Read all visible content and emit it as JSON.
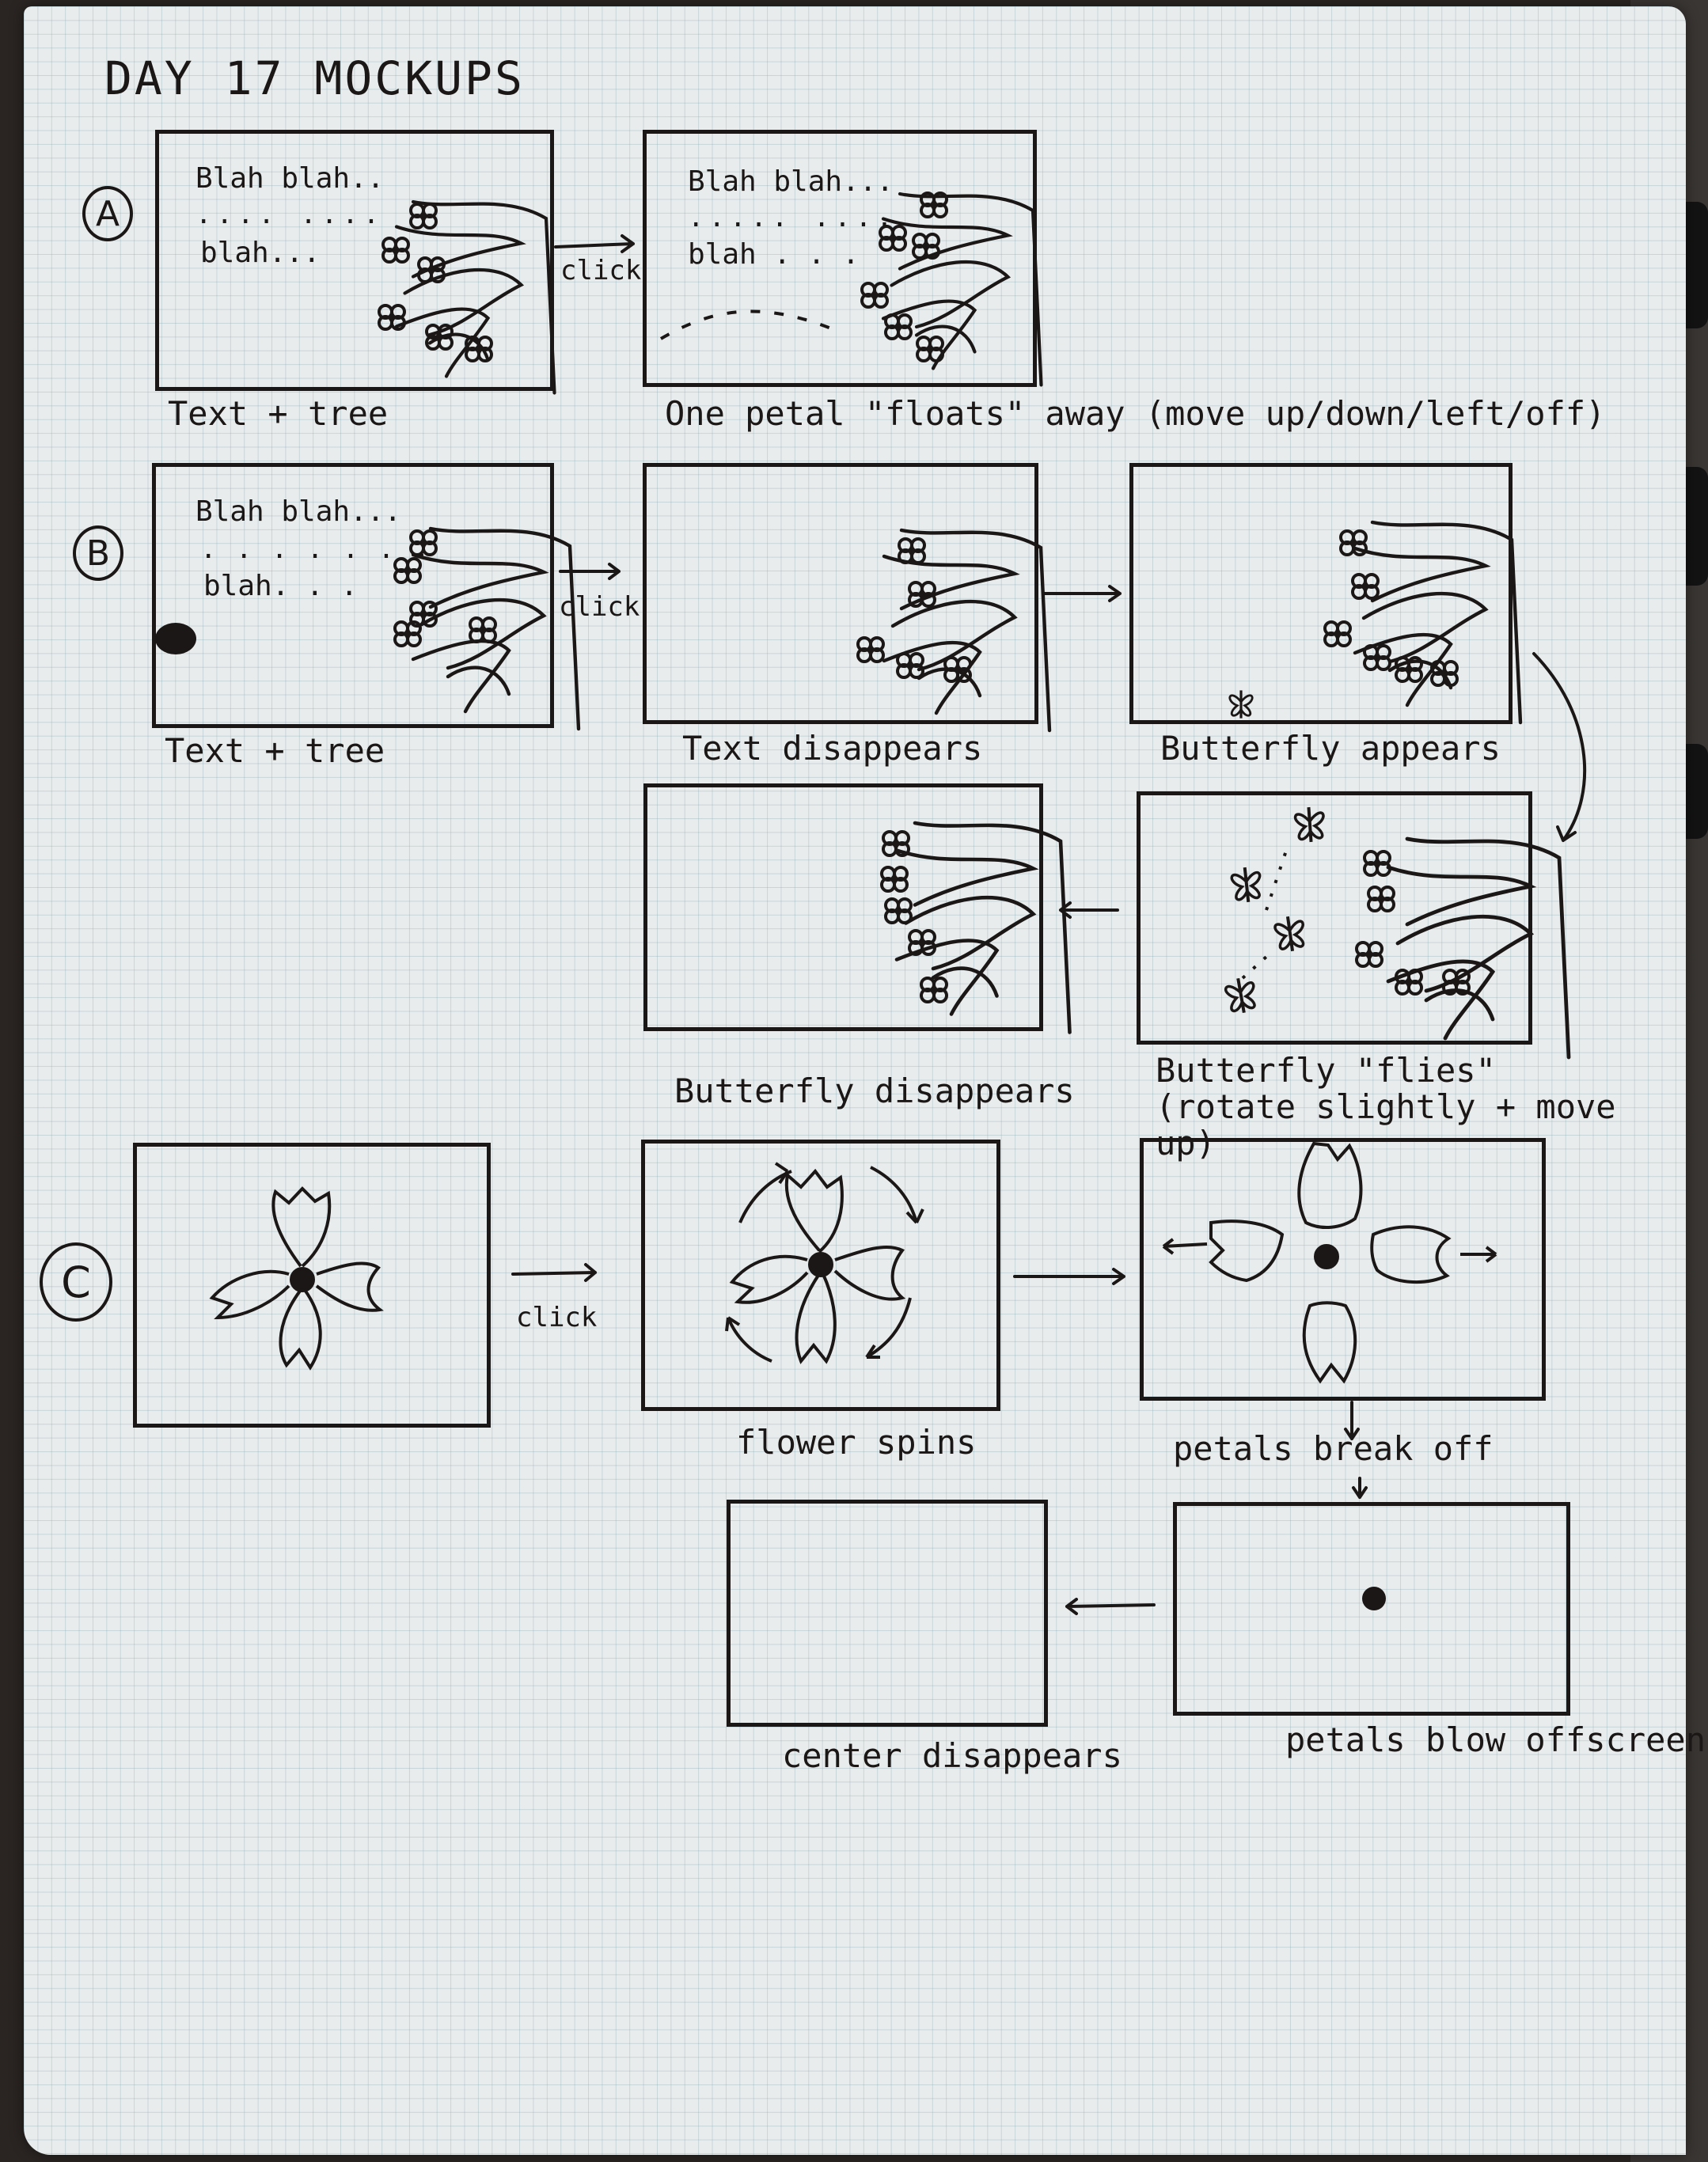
{
  "title": "DAY 17 MOCKUPS",
  "sections": {
    "a": {
      "marker": "A",
      "frame1_line1": "Blah blah..",
      "frame1_dots": ".... ....",
      "frame1_line2": "blah...",
      "arrow_label": "click",
      "frame2_line1": "Blah blah...",
      "frame2_dots": "..... ....",
      "frame2_line2": "blah . . .",
      "caption1": "Text + tree",
      "caption2": "One petal \"floats\" away (move up/down/left/off)"
    },
    "b": {
      "marker": "B",
      "frame1_line1": "Blah blah...",
      "frame1_dots": ". . . . . . .",
      "frame1_line2": "blah. . .",
      "arrow_label": "click",
      "caption1": "Text + tree",
      "caption2": "Text disappears",
      "caption3": "Butterfly appears",
      "caption4": "Butterfly disappears",
      "caption5": "Butterfly \"flies\" (rotate slightly + move up)"
    },
    "c": {
      "marker": "C",
      "arrow_label": "click",
      "caption2": "flower spins",
      "caption3": "petals break off",
      "caption4": "center disappears",
      "caption5": "petals blow offscreen"
    }
  },
  "colors": {
    "ink": "#1b1716",
    "paper": "#e9ecec",
    "grid": "#78a0af"
  }
}
